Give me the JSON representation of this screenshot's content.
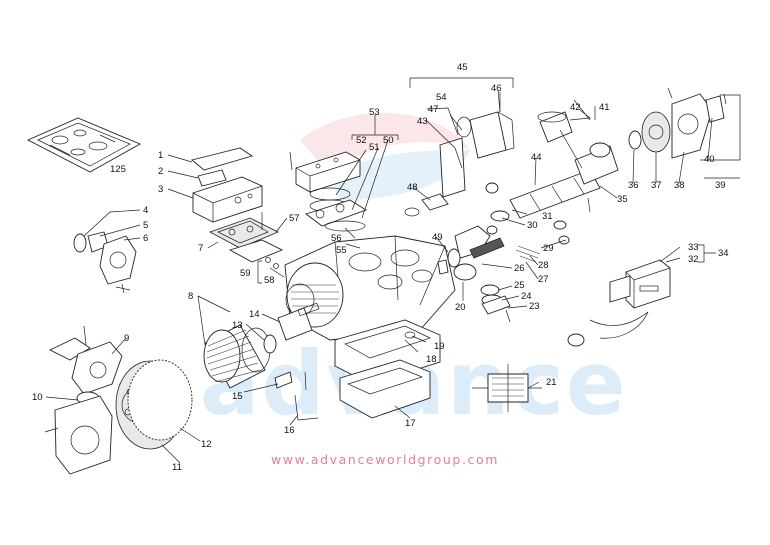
{
  "watermark": {
    "brand": "advance",
    "website": "www.advanceworldgroup.com",
    "colors": {
      "brand_blue": "#5ea8e0",
      "brand_red": "#e0364b",
      "website_pink": "#e47f92"
    }
  },
  "callouts": [
    "1",
    "2",
    "3",
    "4",
    "5",
    "6",
    "7",
    "8",
    "9",
    "10",
    "11",
    "12",
    "13",
    "14",
    "15",
    "16",
    "17",
    "18",
    "19",
    "20",
    "21",
    "23",
    "24",
    "25",
    "26",
    "27",
    "28",
    "29",
    "30",
    "31",
    "32",
    "33",
    "34",
    "35",
    "36",
    "37",
    "38",
    "39",
    "40",
    "41",
    "42",
    "43",
    "44",
    "45",
    "46",
    "47",
    "48",
    "49",
    "50",
    "51",
    "52",
    "53",
    "54",
    "55",
    "56",
    "57",
    "58",
    "59"
  ],
  "gasket_kit_label": "125"
}
